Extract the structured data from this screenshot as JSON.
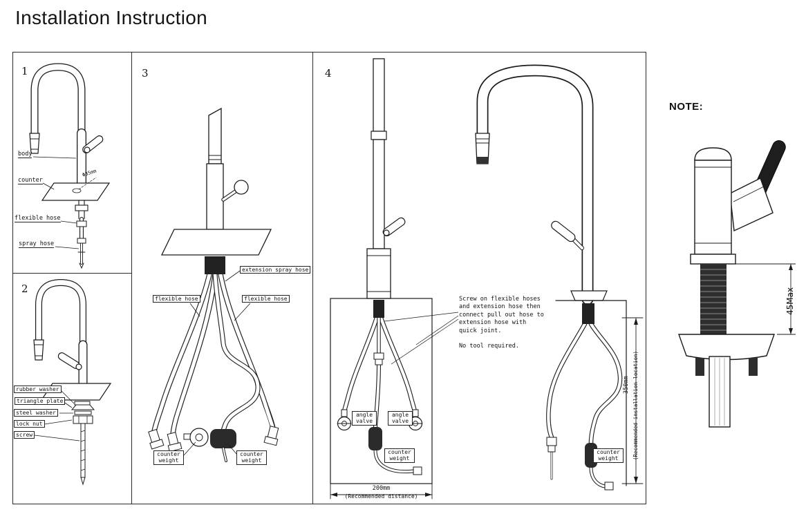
{
  "title": "Installation Instruction",
  "panel1": {
    "number": "1",
    "label_body": "body",
    "label_counter": "counter",
    "label_flexible_hose": "flexible hose",
    "label_spray_hose": "spray hose",
    "hole_diameter": "Φ35mm"
  },
  "panel2": {
    "number": "2",
    "label_rubber_washer": "rubber washer",
    "label_triangle_plate": "triangle plate",
    "label_steel_washer": "steel washer",
    "label_lock_nut": "lock nut",
    "label_screw": "screw"
  },
  "panel3": {
    "number": "3",
    "label_extension_spray_hose": "extension spray hose",
    "label_flexible_hose_left": "flexible hose",
    "label_flexible_hose_right": "flexible hose",
    "label_counter_weight_left": "counter weight",
    "label_counter_weight_mid": "counter weight"
  },
  "panel4": {
    "number": "4",
    "label_angle_valve_left": "angle valve",
    "label_angle_valve_right": "angle valve",
    "label_counter_weight_left_fig": "counter weight",
    "label_counter_weight_right_fig": "counter weight",
    "instruction": "Screw on flexible hoses and extension hose then connect pull out hose to extension hose with quick joint.",
    "no_tool": "No tool required.",
    "distance_value": "200mm",
    "distance_note": "(Recommended distance)",
    "height_value": "350mm",
    "height_note": "(Recommended installation location)"
  },
  "note": {
    "heading": "NOTE:",
    "max_counter_thickness": "45Max"
  }
}
